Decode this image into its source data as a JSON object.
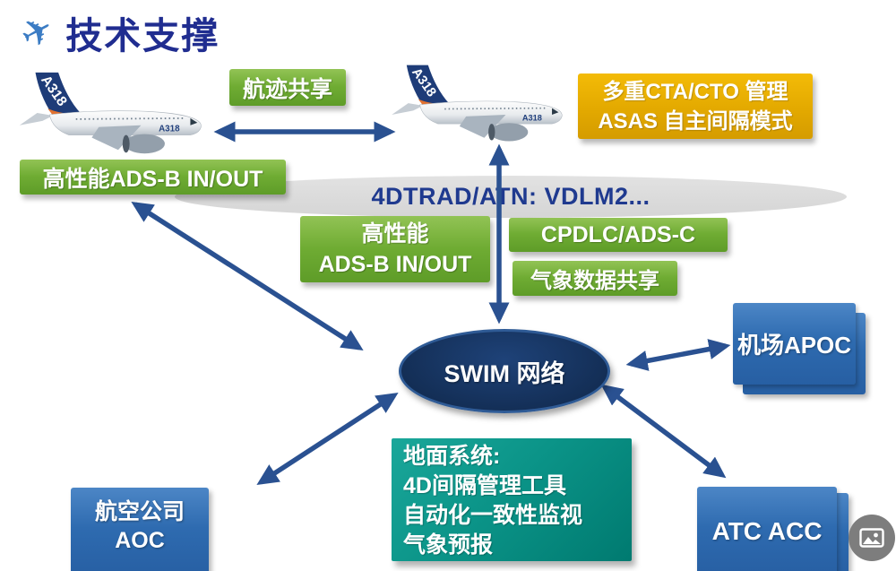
{
  "slide": {
    "title": "技术支撑",
    "plane_label": "A318",
    "boxes": {
      "track_share": "航迹共享",
      "cta_line1": "多重CTA/CTO 管理",
      "cta_line2": "ASAS 自主间隔模式",
      "adsb_air": "高性能ADS-B IN/OUT",
      "datalink": "4DTRAD/ATN: VDLM2...",
      "adsb_mid_line1": "高性能",
      "adsb_mid_line2": "ADS-B IN/OUT",
      "cpdlc": "CPDLC/ADS-C",
      "weather_share": "气象数据共享",
      "swim": "SWIM 网络",
      "airport_apoc": "机场APOC",
      "ground_line1": "地面系统:",
      "ground_line2": "4D间隔管理工具",
      "ground_line3": "自动化一致性监视",
      "ground_line4": "气象预报",
      "airline_line1": "航空公司",
      "airline_line2": "AOC",
      "atc_acc": "ATC ACC"
    },
    "icons": {
      "title_plane": "plane-icon",
      "media_button": "image-placeholder-icon"
    },
    "colors": {
      "title": "#202D90",
      "green_box": "#6FAC33",
      "yellow_box": "#E8AD02",
      "blue_box": "#2E6BB0",
      "teal_box": "#00897D",
      "swim_ellipse": "#16335E",
      "gray_ellipse": "#DBDBDB",
      "arrow": "#2A5191"
    }
  }
}
